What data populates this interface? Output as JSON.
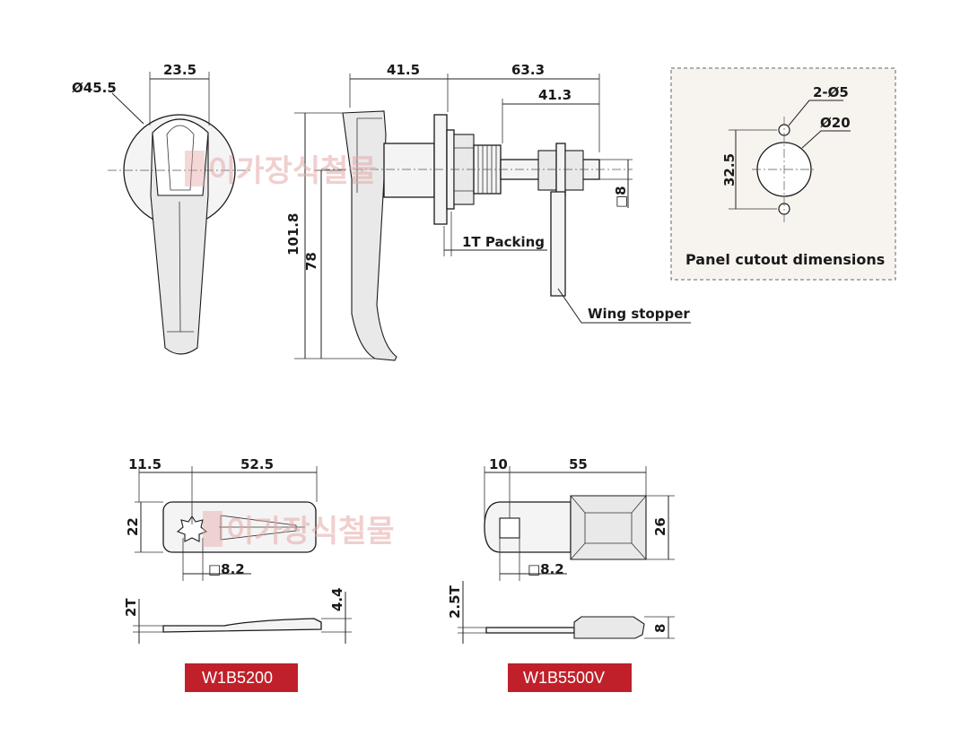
{
  "top": {
    "front_view": {
      "dia_label": "Ø45.5",
      "width_label": "23.5"
    },
    "side_view": {
      "w1_label": "41.5",
      "w2_label": "63.3",
      "w3_label": "41.3",
      "h1_label": "101.8",
      "h2_label": "78",
      "square_label": "□8",
      "packing_label": "1T Packing",
      "wing_label": "Wing stopper"
    },
    "panel": {
      "holes_label": "2-Ø5",
      "dia_label": "Ø20",
      "spacing_label": "32.5",
      "caption": "Panel cutout dimensions"
    }
  },
  "watermark": "이가장식철물",
  "bottom": {
    "left": {
      "d1": "11.5",
      "d2": "52.5",
      "height": "22",
      "square": "□8.2",
      "thk_left": "2T",
      "thk_right": "4.4",
      "model": "W1B5200"
    },
    "right": {
      "d1": "10",
      "d2": "55",
      "height": "26",
      "square": "□8.2",
      "thk_left": "2.5T",
      "thk_right": "8",
      "model": "W1B5500V"
    }
  },
  "colors": {
    "badge": "#c0202a",
    "panel_bg": "#f7f3ef",
    "watermark": "#e6a9a9"
  }
}
